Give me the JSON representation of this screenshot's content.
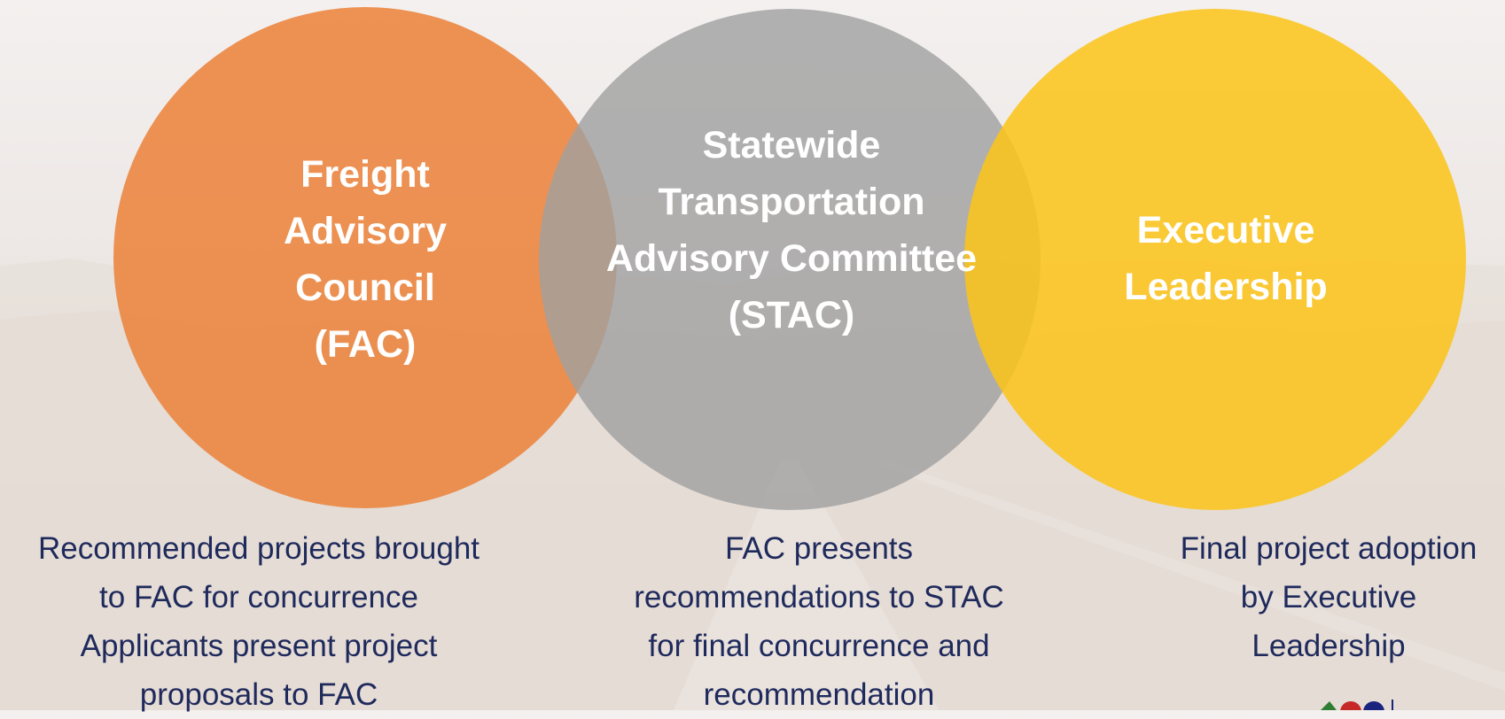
{
  "colors": {
    "fac": "#ec843e",
    "stac": "#a0a0a0",
    "exec": "#fbc418",
    "description_text": "#1f2a5c",
    "circle_text": "#ffffff"
  },
  "circles": {
    "fac": {
      "label": "Freight\nAdvisory\nCouncil\n(FAC)"
    },
    "stac": {
      "label": "Statewide\nTransportation\nAdvisory Committee\n(STAC)"
    },
    "exec": {
      "label": "Executive\nLeadership"
    }
  },
  "descriptions": {
    "fac": "Recommended projects brought\nto FAC for concurrence\nApplicants present project\nproposals to FAC",
    "stac": "FAC presents\nrecommendations to STAC\nfor final concurrence and\nrecommendation",
    "exec": "Final project adoption\nby Executive\nLeadership"
  }
}
